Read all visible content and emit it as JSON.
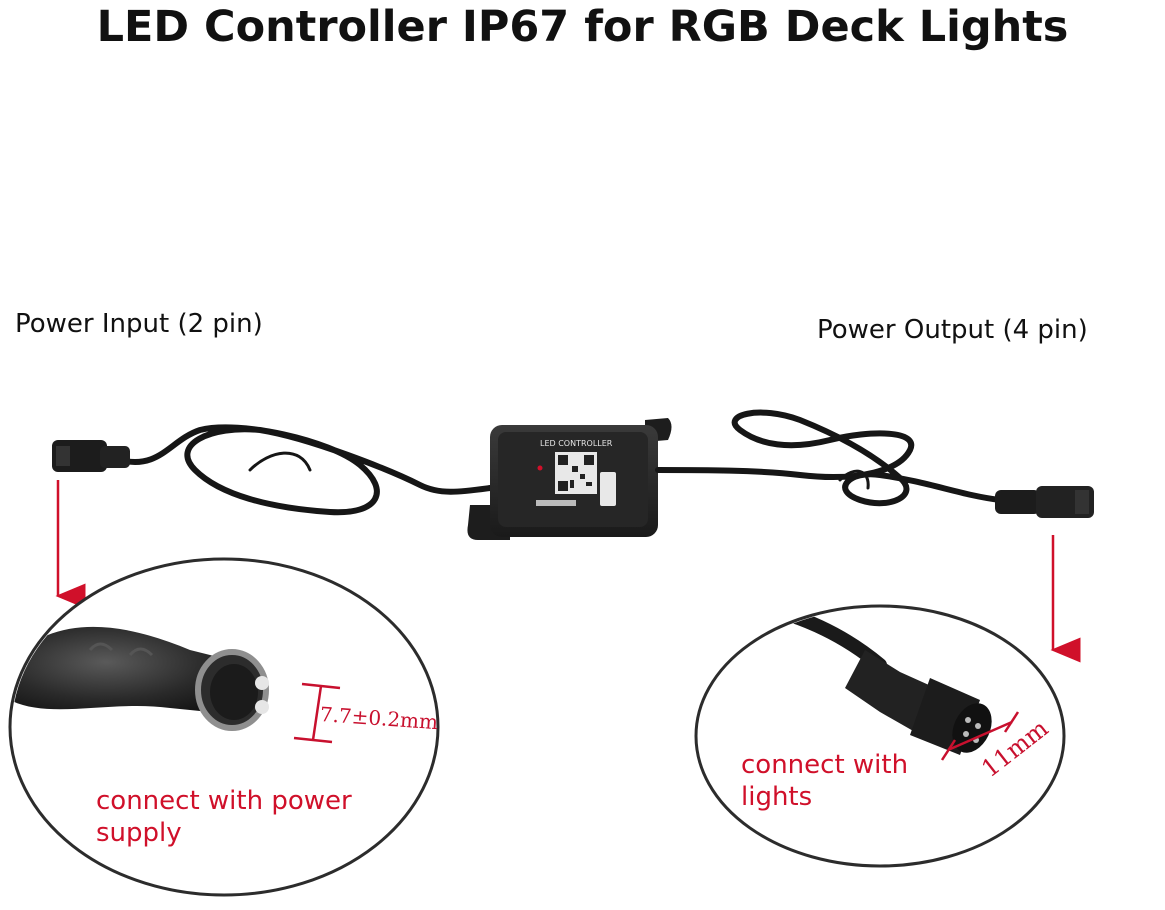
{
  "title": "LED Controller IP67 for RGB Deck Lights",
  "labels": {
    "power_input": "Power Input (2 pin)",
    "power_output": "Power Output (4 pin)"
  },
  "callouts": {
    "input_note": "connect with power supply",
    "output_note": "connect with lights",
    "input_dimension": "7.7±0.2mm",
    "output_dimension": "11mm"
  },
  "device": {
    "header_text": "LED CONTROLLER"
  },
  "colors": {
    "accent_red": "#d0102a",
    "cable": "#141414"
  }
}
